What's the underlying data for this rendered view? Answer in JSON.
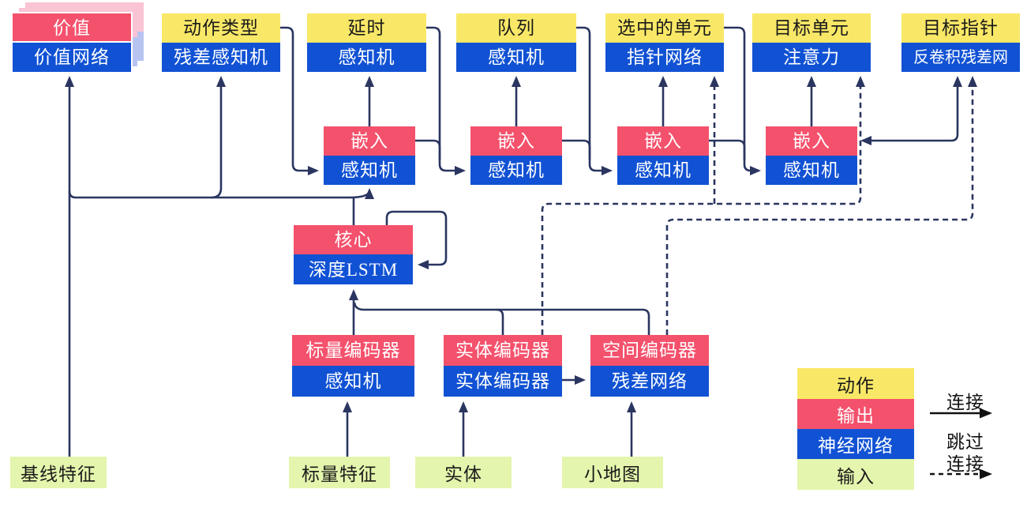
{
  "colors": {
    "yellow": "#F9E867",
    "red": "#F4516C",
    "blue": "#1152D4",
    "green": "#E4F5AD",
    "shadow-pink": "#FAC4D4",
    "shadow-blue": "#B7C4F2",
    "line": "#2A3560",
    "legend-arrow": "#111111",
    "background": "#FFFFFF"
  },
  "nodes": {
    "value": {
      "top": "价值",
      "bottom": "价值网络"
    },
    "action_type": {
      "top": "动作类型",
      "bottom": "残差感知机"
    },
    "delay": {
      "top": "延时",
      "bottom": "感知机"
    },
    "queue": {
      "top": "队列",
      "bottom": "感知机"
    },
    "selected_units": {
      "top": "选中的单元",
      "bottom": "指针网络"
    },
    "target_unit": {
      "top": "目标单元",
      "bottom": "注意力"
    },
    "target_point": {
      "top": "目标指针",
      "bottom": "反卷积残差网"
    },
    "embed1": {
      "top": "嵌入",
      "bottom": "感知机"
    },
    "embed2": {
      "top": "嵌入",
      "bottom": "感知机"
    },
    "embed3": {
      "top": "嵌入",
      "bottom": "感知机"
    },
    "embed4": {
      "top": "嵌入",
      "bottom": "感知机"
    },
    "core": {
      "top": "核心",
      "bottom": "深度LSTM"
    },
    "scalar_encoder": {
      "top": "标量编码器",
      "bottom": "感知机"
    },
    "entity_encoder": {
      "top": "实体编码器",
      "bottom": "实体编码器"
    },
    "spatial_encoder": {
      "top": "空间编码器",
      "bottom": "残差网络"
    },
    "baseline_features": {
      "label": "基线特征"
    },
    "scalar_features": {
      "label": "标量特征"
    },
    "entities": {
      "label": "实体"
    },
    "minimap": {
      "label": "小地图"
    }
  },
  "legend": {
    "items": [
      {
        "label": "动作",
        "type": "action"
      },
      {
        "label": "输出",
        "type": "output"
      },
      {
        "label": "神经网络",
        "type": "neural-network"
      },
      {
        "label": "输入",
        "type": "input"
      }
    ],
    "solid_arrow_label": "连接",
    "dashed_arrow_label_line1": "跳过",
    "dashed_arrow_label_line2": "连接"
  }
}
